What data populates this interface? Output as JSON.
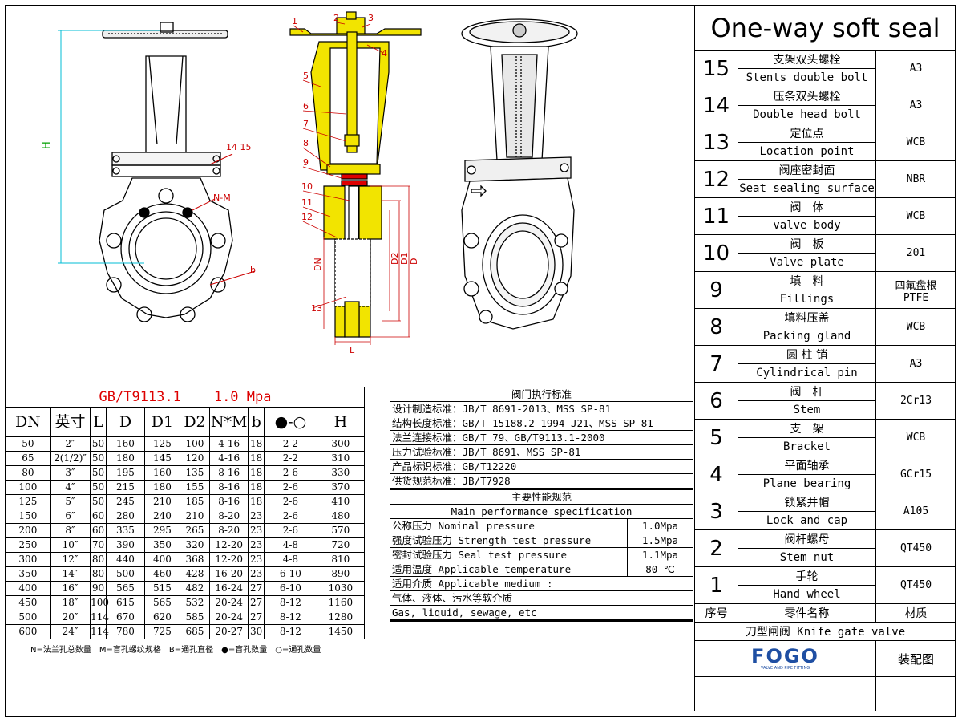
{
  "title": "One-way soft seal",
  "drawing_labels": {
    "H": "H",
    "bolt_ref": "14 15",
    "NM": "N-M",
    "b": "b",
    "DN": "DN",
    "D2": "D2",
    "D1": "D1",
    "D": "D",
    "L": "L",
    "callouts": [
      "1",
      "2",
      "3",
      "4",
      "5",
      "6",
      "7",
      "8",
      "9",
      "10",
      "11",
      "12",
      "13"
    ]
  },
  "dimension_table": {
    "standard": "GB/T9113.1",
    "pressure": "1.0 Mpa",
    "headers": [
      "DN",
      "英寸",
      "L",
      "D",
      "D1",
      "D2",
      "N*M",
      "b",
      "●-○",
      "H"
    ],
    "rows": [
      [
        "50",
        "2″",
        "50",
        "160",
        "125",
        "100",
        "4-16",
        "18",
        "2-2",
        "300"
      ],
      [
        "65",
        "2(1/2)″",
        "50",
        "180",
        "145",
        "120",
        "4-16",
        "18",
        "2-2",
        "310"
      ],
      [
        "80",
        "3″",
        "50",
        "195",
        "160",
        "135",
        "8-16",
        "18",
        "2-6",
        "330"
      ],
      [
        "100",
        "4″",
        "50",
        "215",
        "180",
        "155",
        "8-16",
        "18",
        "2-6",
        "370"
      ],
      [
        "125",
        "5″",
        "50",
        "245",
        "210",
        "185",
        "8-16",
        "18",
        "2-6",
        "410"
      ],
      [
        "150",
        "6″",
        "60",
        "280",
        "240",
        "210",
        "8-20",
        "23",
        "2-6",
        "480"
      ],
      [
        "200",
        "8″",
        "60",
        "335",
        "295",
        "265",
        "8-20",
        "23",
        "2-6",
        "570"
      ],
      [
        "250",
        "10″",
        "70",
        "390",
        "350",
        "320",
        "12-20",
        "23",
        "4-8",
        "720"
      ],
      [
        "300",
        "12″",
        "80",
        "440",
        "400",
        "368",
        "12-20",
        "23",
        "4-8",
        "810"
      ],
      [
        "350",
        "14″",
        "80",
        "500",
        "460",
        "428",
        "16-20",
        "23",
        "6-10",
        "890"
      ],
      [
        "400",
        "16″",
        "90",
        "565",
        "515",
        "482",
        "16-24",
        "27",
        "6-10",
        "1030"
      ],
      [
        "450",
        "18″",
        "100",
        "615",
        "565",
        "532",
        "20-24",
        "27",
        "8-12",
        "1160"
      ],
      [
        "500",
        "20″",
        "114",
        "670",
        "620",
        "585",
        "20-24",
        "27",
        "8-12",
        "1280"
      ],
      [
        "600",
        "24″",
        "114",
        "780",
        "725",
        "685",
        "20-27",
        "30",
        "8-12",
        "1450"
      ]
    ],
    "notes": "N=法兰孔总数量　M=盲孔螺纹规格　B=通孔直径　●=盲孔数量　○=通孔数量"
  },
  "standards": {
    "title": "阀门执行标准",
    "items": [
      "设计制造标准：JB/T 8691-2013、MSS SP-81",
      "结构长度标准：GB/T 15188.2-1994-J21、MSS SP-81",
      "法兰连接标准：GB/T 79、GB/T9113.1-2000",
      "压力试验标准：JB/T 8691、MSS SP-81",
      "产品标识标准：GB/T12220",
      "供货规范标准：JB/T7928"
    ],
    "perf_title_cn": "主要性能规范",
    "perf_title_en": "Main performance specification",
    "perf": [
      {
        "label": "公称压力 Nominal pressure",
        "value": "1.0Mpa"
      },
      {
        "label": "强度试验压力 Strength test pressure",
        "value": "1.5Mpa"
      },
      {
        "label": "密封试验压力 Seal test pressure",
        "value": "1.1Mpa"
      },
      {
        "label": "适用温度 Applicable temperature",
        "value": "80 ℃"
      }
    ],
    "medium_label": "适用介质 Applicable medium :",
    "medium_cn": "气体、液体、污水等软介质",
    "medium_en": "Gas, liquid, sewage, etc"
  },
  "parts": [
    {
      "no": "15",
      "cn": "支架双头螺栓",
      "en": "Stents double bolt",
      "mat": "A3"
    },
    {
      "no": "14",
      "cn": "压条双头螺栓",
      "en": "Double head bolt",
      "mat": "A3"
    },
    {
      "no": "13",
      "cn": "定位点",
      "en": "Location point",
      "mat": "WCB"
    },
    {
      "no": "12",
      "cn": "阀座密封面",
      "en": "Seat sealing surface",
      "mat": "NBR"
    },
    {
      "no": "11",
      "cn": "阀　体",
      "en": "valve body",
      "mat": "WCB"
    },
    {
      "no": "10",
      "cn": "阀　板",
      "en": "Valve plate",
      "mat": "201"
    },
    {
      "no": "9",
      "cn": "填　料",
      "en": "Fillings",
      "mat": "四氟盘根\nPTFE"
    },
    {
      "no": "8",
      "cn": "填料压盖",
      "en": "Packing gland",
      "mat": "WCB"
    },
    {
      "no": "7",
      "cn": "圆 柱 销",
      "en": "Cylindrical pin",
      "mat": "A3"
    },
    {
      "no": "6",
      "cn": "阀　杆",
      "en": "Stem",
      "mat": "2Cr13"
    },
    {
      "no": "5",
      "cn": "支　架",
      "en": "Bracket",
      "mat": "WCB"
    },
    {
      "no": "4",
      "cn": "平面轴承",
      "en": "Plane bearing",
      "mat": "GCr15"
    },
    {
      "no": "3",
      "cn": "锁紧并帽",
      "en": "Lock and cap",
      "mat": "A105"
    },
    {
      "no": "2",
      "cn": "阀杆螺母",
      "en": "Stem nut",
      "mat": "QT450"
    },
    {
      "no": "1",
      "cn": "手轮",
      "en": "Hand wheel",
      "mat": "QT450"
    }
  ],
  "parts_footer": {
    "no_header": "序号",
    "name_header": "零件名称",
    "mat_header": "材质",
    "product": "刀型闸阀 Knife gate valve",
    "logo": "FOGO",
    "logo_sub": "VALVE AND PIPE FITTING",
    "drawing_type": "装配图"
  },
  "colors": {
    "highlight_yellow": "#f2e400",
    "red": "#d00000",
    "cyan": "#00bcd4",
    "logo_blue": "#1f4fa3",
    "logo_red": "#e0312b"
  }
}
